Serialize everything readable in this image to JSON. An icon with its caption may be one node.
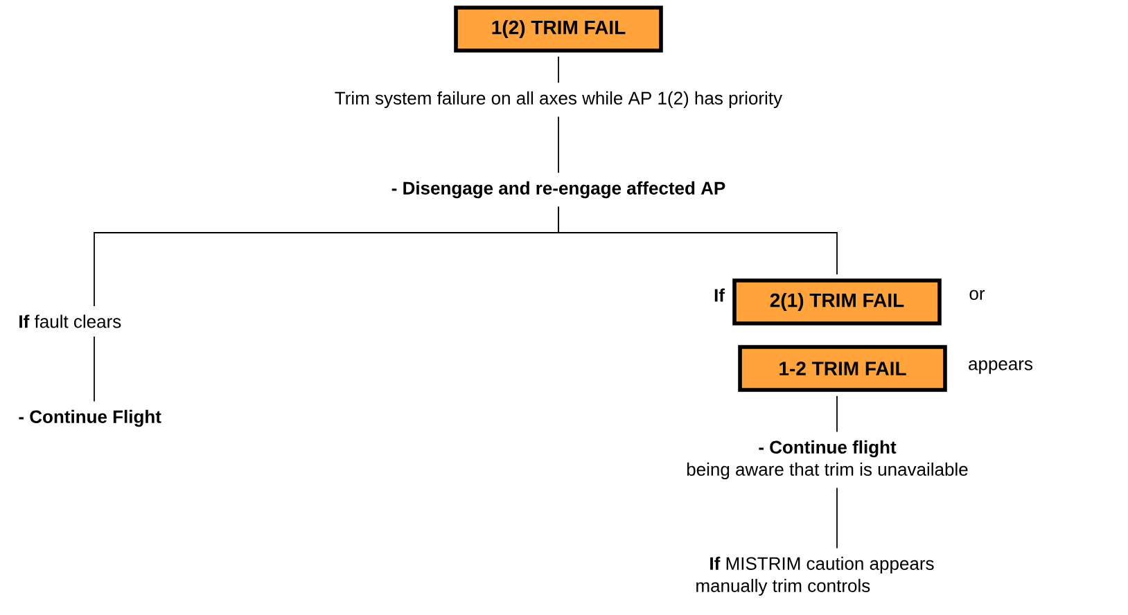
{
  "diagram": {
    "nodes": [
      {
        "text": [
          "1(2) TRIM FAIL"
        ]
      },
      {
        "text": [
          "Trim system failure on all axes while AP 1(2) has priority"
        ]
      },
      {
        "text": [
          "- Disengage and re-engage affected AP"
        ]
      },
      {
        "text": [
          "**If** fault clears"
        ]
      },
      {
        "text": [
          "- Continue Flight"
        ]
      },
      {
        "text": [
          "2(1) TRIM FAIL"
        ]
      },
      {
        "text": [
          "1-2 TRIM FAIL"
        ]
      },
      {
        "text": [
          "- Continue flight",
          "being aware that trim is unavailable"
        ]
      },
      {
        "text": [
          "**If** MISTRIM caution appears",
          "manually trim controls"
        ]
      }
    ],
    "edges": [
      {
        "from": 0,
        "to": 1,
        "arrow": "none"
      },
      {
        "from": 1,
        "to": 2,
        "arrow": "none"
      },
      {
        "from": 2,
        "to": 3,
        "arrow": "none"
      },
      {
        "from": 2,
        "to": 5,
        "arrow": "none"
      },
      {
        "from": 3,
        "to": 4,
        "arrow": "none"
      },
      {
        "from": 6,
        "to": 7,
        "arrow": "none"
      },
      {
        "from": 7,
        "to": 8,
        "arrow": "none"
      }
    ],
    "labels": [
      "If",
      "or",
      "appears"
    ]
  }
}
